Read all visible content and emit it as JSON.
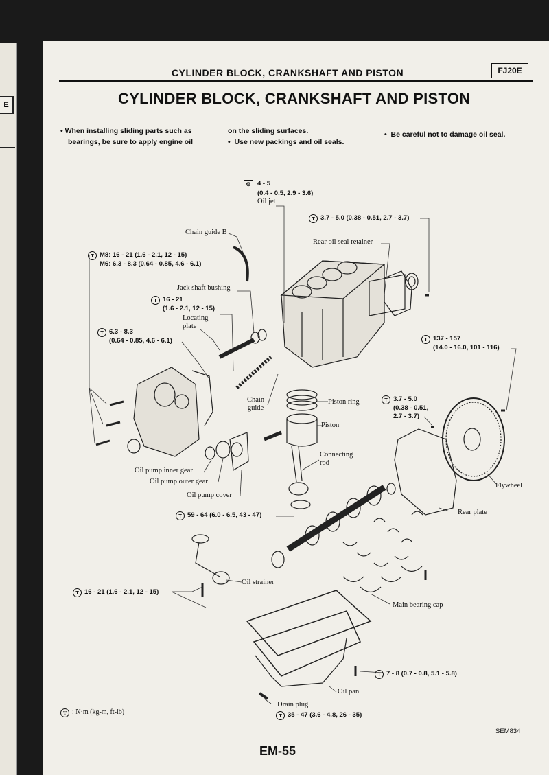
{
  "header": {
    "title": "CYLINDER BLOCK, CRANKSHAFT AND PISTON",
    "tag": "FJ20E"
  },
  "left_page": {
    "tab": "E"
  },
  "main_title": "CYLINDER BLOCK, CRANKSHAFT AND PISTON",
  "notes": {
    "note1_line1": "When installing sliding parts such as",
    "note1_line2": "bearings, be sure to apply engine oil",
    "note1_line3": "on the sliding surfaces.",
    "note2": "Use new packings and oil seals.",
    "note3": "Be careful not to damage oil seal."
  },
  "torque_symbol": "T",
  "labels": {
    "oil_jet_spec1": "4 - 5",
    "oil_jet_spec2": "(0.4 - 0.5, 2.9 - 3.6)",
    "oil_jet": "Oil jet",
    "spec_37_50": "3.7 - 5.0 (0.38 - 0.51, 2.7 - 3.7)",
    "chain_guide_b": "Chain guide B",
    "rear_oil_seal_retainer": "Rear oil seal retainer",
    "m8_spec": "M8:  16 - 21 (1.6 - 2.1, 12 - 15)",
    "m6_spec": "M6:  6.3 - 8.3 (0.64 - 0.85, 4.6 - 6.1)",
    "jack_shaft_bushing": "Jack shaft bushing",
    "lp_spec1": "16 - 21",
    "lp_spec2": "(1.6 - 2.1, 12 - 15)",
    "locating_plate1": "Locating",
    "locating_plate2": "plate",
    "s63_spec1": "6.3 - 8.3",
    "s63_spec2": "(0.64 - 0.85, 4.6 - 6.1)",
    "fw_spec1": "137 - 157",
    "fw_spec2": "(14.0 - 16.0, 101 - 116)",
    "chain_guide1": "Chain",
    "chain_guide2": "guide",
    "piston_ring": "Piston ring",
    "rp_spec1": "3.7 - 5.0",
    "rp_spec2": "(0.38 - 0.51,",
    "rp_spec3": "2.7 - 3.7)",
    "piston": "Piston",
    "connecting_rod1": "Connecting",
    "connecting_rod2": "rod",
    "oil_pump_inner_gear": "Oil pump inner gear",
    "oil_pump_outer_gear": "Oil pump outer gear",
    "oil_pump_cover": "Oil pump cover",
    "flywheel": "Flywheel",
    "spec_59_64": "59 - 64 (6.0 - 6.5, 43 - 47)",
    "rear_plate": "Rear plate",
    "spec_16_21": "16 - 21 (1.6 - 2.1, 12 - 15)",
    "oil_strainer": "Oil strainer",
    "main_bearing_cap": "Main bearing cap",
    "spec_7_8": "7 - 8 (0.7 - 0.8, 5.1 - 5.8)",
    "oil_pan": "Oil pan",
    "drain_plug": "Drain plug",
    "spec_35_47": "35 - 47 (3.6 - 4.8, 26 - 35)"
  },
  "legend": ": N·m (kg-m, ft-lb)",
  "figure_code": "SEM834",
  "page_number": "EM-55"
}
